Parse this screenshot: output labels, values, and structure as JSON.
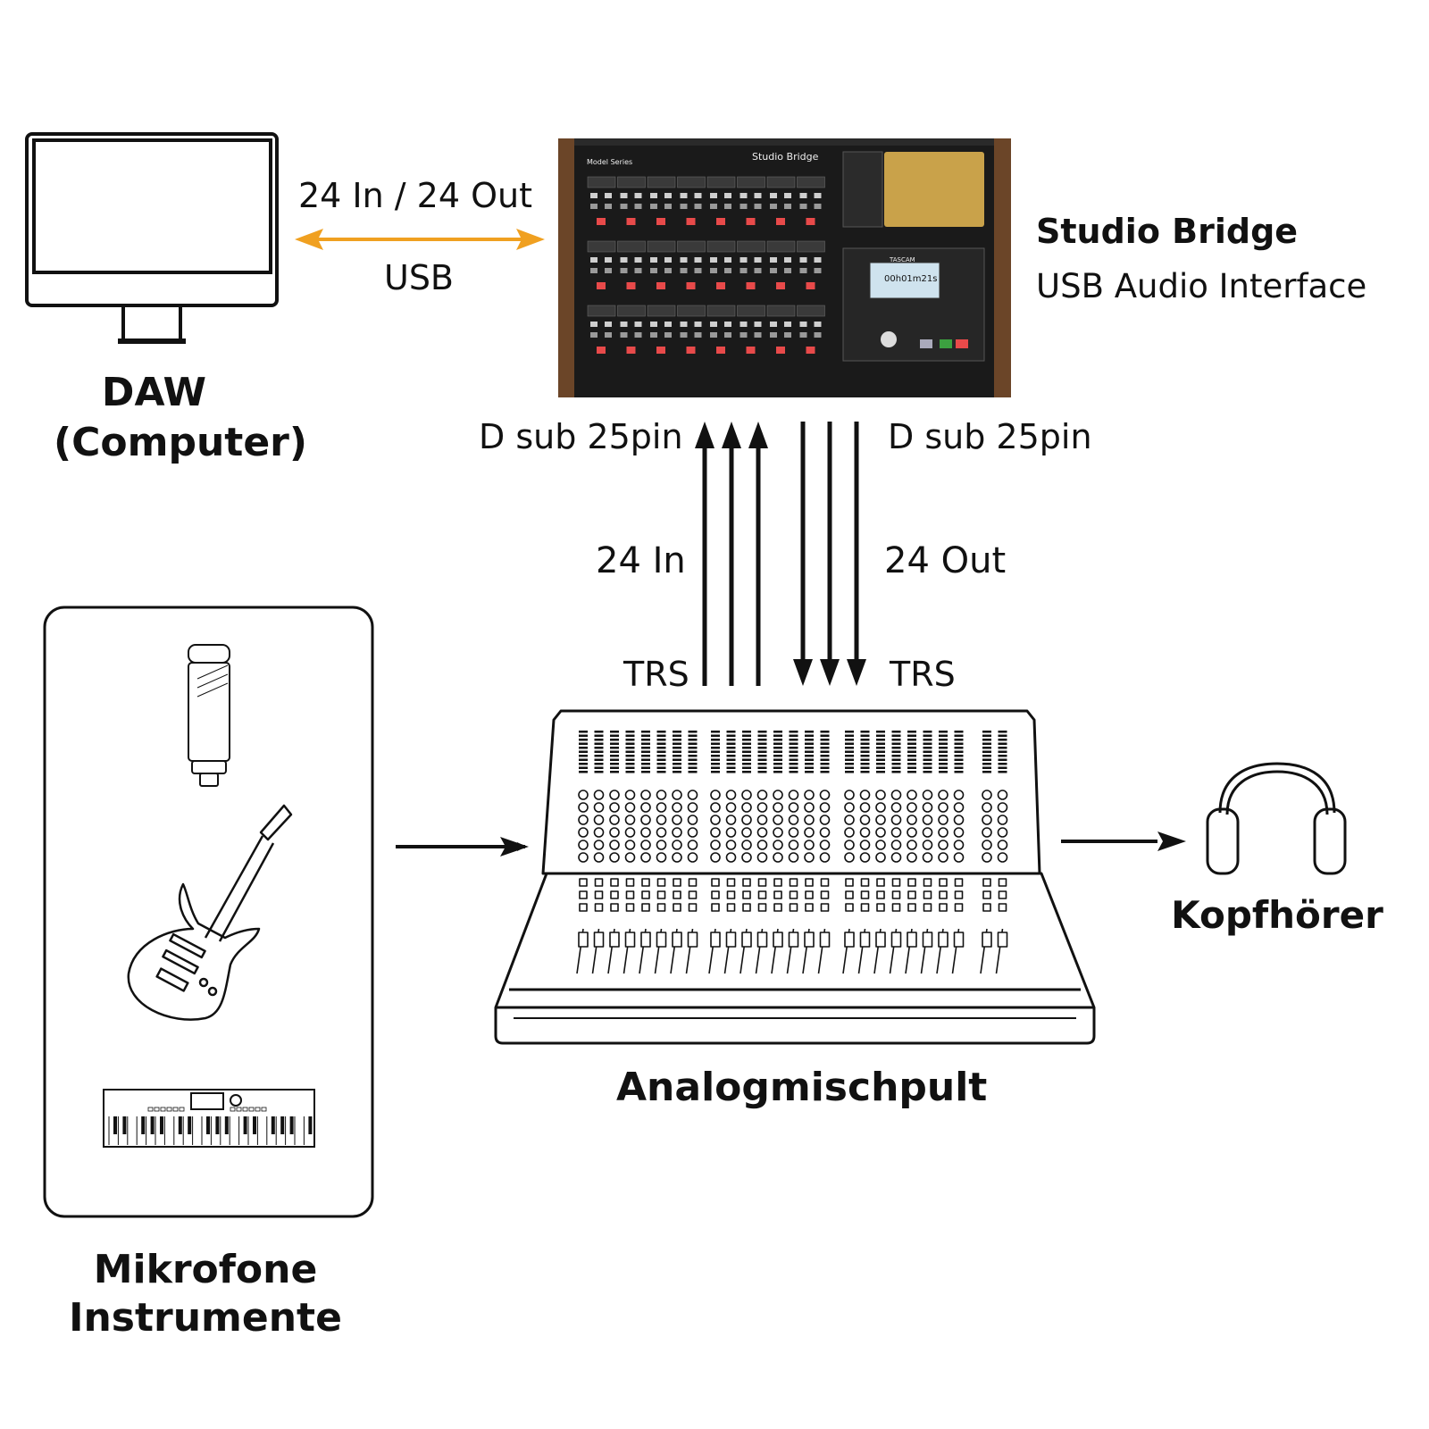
{
  "labels": {
    "daw_line1": "DAW",
    "daw_line2": "(Computer)",
    "usb_top": "24 In / 24 Out",
    "usb_bottom": "USB",
    "bridge_name": "Studio Bridge",
    "bridge_desc": "USB Audio Interface",
    "dsub_left": "D sub 25pin",
    "dsub_right": "D sub 25pin",
    "in_24": "24 In",
    "out_24": "24 Out",
    "trs_left": "TRS",
    "trs_right": "TRS",
    "mixer_name": "Analogmischpult",
    "headphones_name": "Kopfhörer",
    "sources_line1": "Mikrofone",
    "sources_line2": "Instrumente"
  },
  "device_text": {
    "brand": "TASCAM",
    "model_series": "Model Series",
    "panel_title": "Studio Bridge",
    "display_counter": "00h01m21s"
  },
  "colors": {
    "usb_arrow": "#f0a020",
    "line": "#111111",
    "device_body": "#1a1a1a",
    "wood": "#6b4528",
    "gold_panel": "#c9a24a",
    "rec_button": "#e84a4a"
  }
}
